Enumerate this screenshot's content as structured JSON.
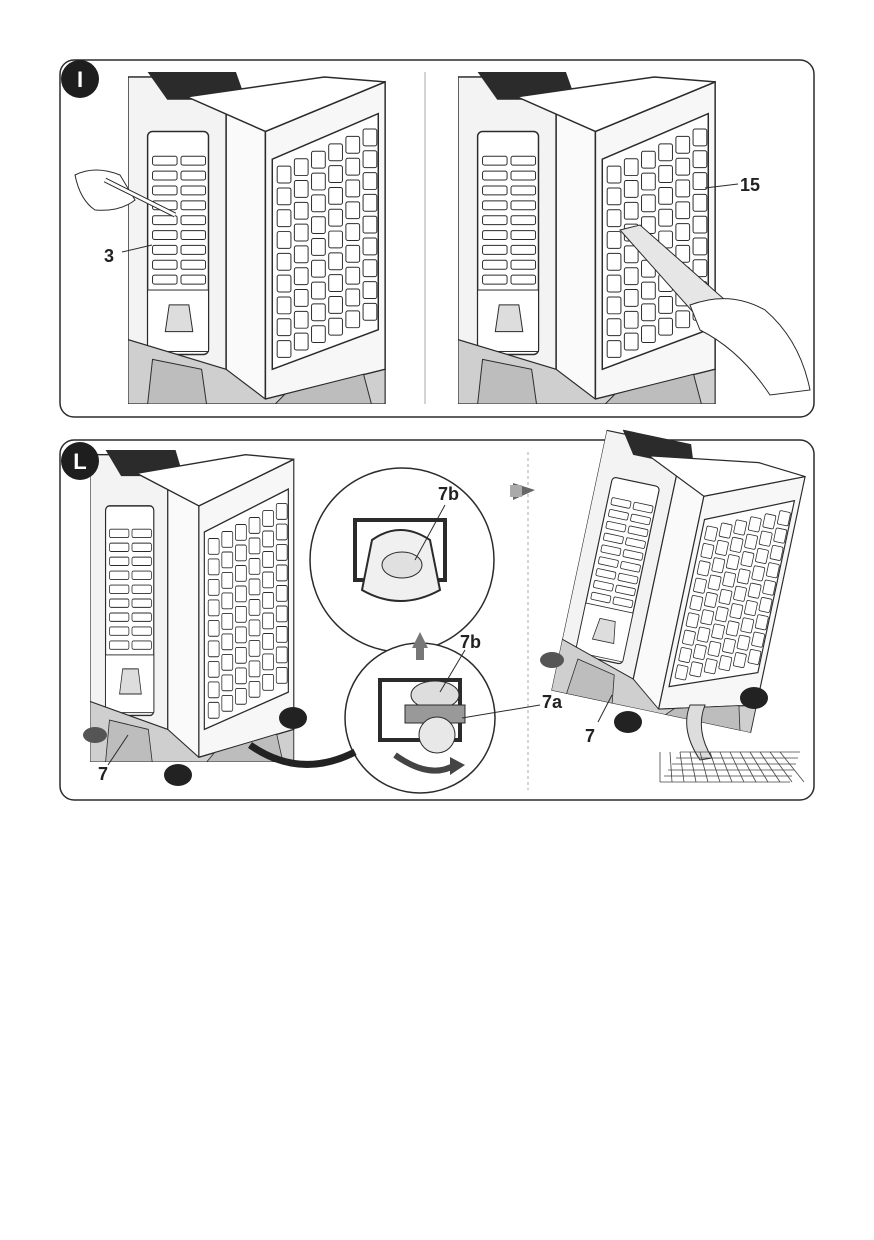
{
  "panels": [
    {
      "badge": "I",
      "labels": {
        "filter_rear": "3",
        "filter_side": "15"
      }
    },
    {
      "badge": "L",
      "labels": {
        "cap_top": "7b",
        "cap_bottom": "7b",
        "plug": "7a",
        "tank_left": "7",
        "tank_right": "7"
      }
    }
  ],
  "colors": {
    "outline": "#2b2b2b",
    "body": "#f3f3f3",
    "base": "#cfcfcf",
    "badge": "#1e1e1e",
    "arrow": "#555555"
  }
}
